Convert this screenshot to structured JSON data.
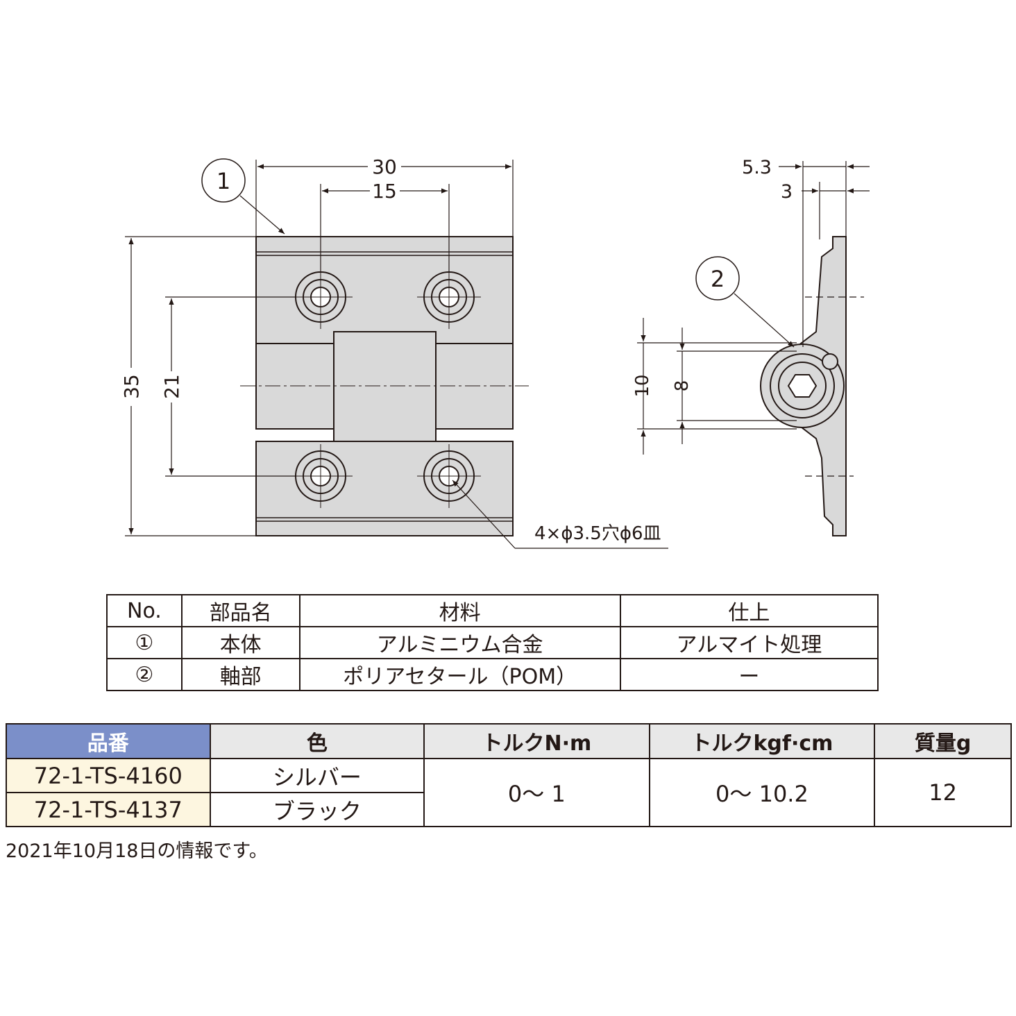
{
  "drawing": {
    "front_view": {
      "dim_width_total": "30",
      "dim_hole_pitch_horizontal": "15",
      "dim_height_total": "35",
      "dim_hole_pitch_vertical": "21",
      "hole_note": "4×ϕ3.5穴ϕ6皿",
      "callout": "1"
    },
    "side_view": {
      "dim_thickness": "5.3",
      "dim_plate": "3",
      "dim_boss_outer": "10",
      "dim_boss_inner": "8",
      "callout": "2"
    }
  },
  "parts_table": {
    "headers": [
      "No.",
      "部品名",
      "材料",
      "仕上"
    ],
    "rows": [
      [
        "①",
        "本体",
        "アルミニウム合金",
        "アルマイト処理"
      ],
      [
        "②",
        "軸部",
        "ポリアセタール（POM）",
        "ー"
      ]
    ]
  },
  "spec_table": {
    "headers": [
      "品番",
      "色",
      "トルクN·m",
      "トルクkgf·cm",
      "質量g"
    ],
    "rows": [
      {
        "part_no": "72-1-TS-4160",
        "color": "シルバー"
      },
      {
        "part_no": "72-1-TS-4137",
        "color": "ブラック"
      }
    ],
    "torque_nm": "0～ 1",
    "torque_kgf": "0～ 10.2",
    "mass": "12"
  },
  "footnote": "2021年10月18日の情報です。",
  "colors": {
    "part_fill": "#d9d9d9",
    "line": "#231815",
    "header_part_no_bg": "#7b8fc9",
    "header_bg": "#e8e8e8",
    "part_no_cell_bg": "#fdf6e0"
  }
}
